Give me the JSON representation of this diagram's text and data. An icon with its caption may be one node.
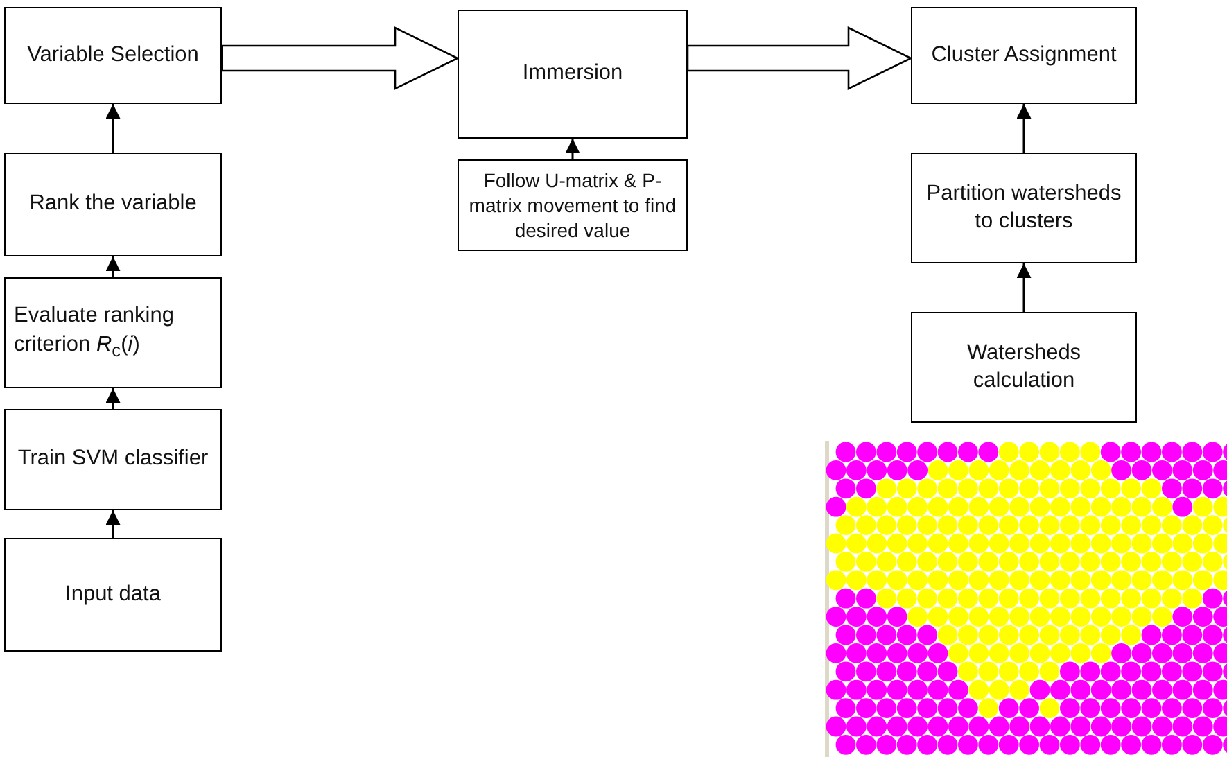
{
  "diagram": {
    "nodes": [
      {
        "text": [
          "Variable Selection"
        ]
      },
      {
        "text": [
          "Rank the variable"
        ]
      },
      {
        "text": [
          "Evaluate ranking criterion *R*$_{c}$(*i*)"
        ]
      },
      {
        "text": [
          "Train SVM classifier"
        ]
      },
      {
        "text": [
          "Input data"
        ]
      },
      {
        "text": [
          "Immersion"
        ]
      },
      {
        "text": [
          "Follow U-matrix & P-matrix movement to find desired value"
        ]
      },
      {
        "text": [
          "Cluster Assignment"
        ]
      },
      {
        "text": [
          "Partition watersheds to clusters"
        ]
      },
      {
        "text": [
          "Watersheds calculation"
        ]
      }
    ],
    "edges": [
      {
        "from": 4,
        "to": 3,
        "arrow": "to"
      },
      {
        "from": 3,
        "to": 2,
        "arrow": "to"
      },
      {
        "from": 2,
        "to": 1,
        "arrow": "to"
      },
      {
        "from": 1,
        "to": 0,
        "arrow": "to"
      },
      {
        "from": 0,
        "to": 5,
        "arrow": "to",
        "style": "thick"
      },
      {
        "from": 6,
        "to": 5,
        "arrow": "to"
      },
      {
        "from": 5,
        "to": 7,
        "arrow": "to",
        "style": "thick"
      },
      {
        "from": 9,
        "to": 8,
        "arrow": "to"
      },
      {
        "from": 8,
        "to": 7,
        "arrow": "to"
      }
    ]
  }
}
